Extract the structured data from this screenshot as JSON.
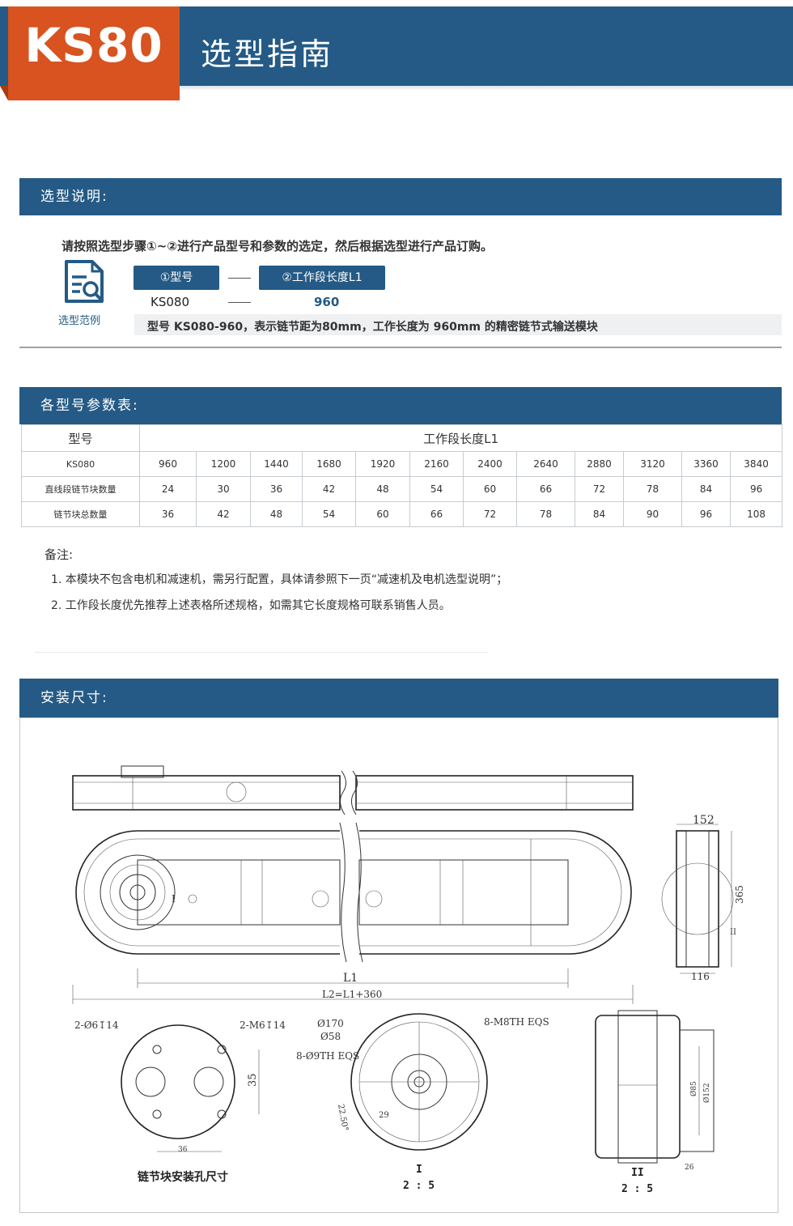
{
  "header": {
    "model": "KS80",
    "title": "选型指南"
  },
  "section_selection": {
    "title": "选型说明:",
    "instruction": "请按照选型步骤①~②进行产品型号和参数的选定，然后根据选型进行产品订购。",
    "icon_label": "选型范例",
    "steps": [
      {
        "label": "①型号",
        "example": "KS080"
      },
      {
        "label": "②工作段长度L1",
        "example": "960"
      }
    ],
    "example_description": "型号 KS080-960，表示链节距为80mm，工作长度为 960mm 的精密链节式输送模块"
  },
  "section_params": {
    "title": "各型号参数表:",
    "model_header": "型号",
    "length_header": "工作段长度L1",
    "rows": [
      {
        "label": "KS080",
        "values": [
          "960",
          "1200",
          "1440",
          "1680",
          "1920",
          "2160",
          "2400",
          "2640",
          "2880",
          "3120",
          "3360",
          "3840"
        ]
      },
      {
        "label": "直线段链节块数量",
        "values": [
          "24",
          "30",
          "36",
          "42",
          "48",
          "54",
          "60",
          "66",
          "72",
          "78",
          "84",
          "96"
        ]
      },
      {
        "label": "链节块总数量",
        "values": [
          "36",
          "42",
          "48",
          "54",
          "60",
          "66",
          "72",
          "78",
          "84",
          "90",
          "96",
          "108"
        ]
      }
    ],
    "notes_title": "备注:",
    "notes": [
      "1. 本模块不包含电机和减速机，需另行配置，具体请参照下一页“减速机及电机选型说明”；",
      "2. 工作段长度优先推荐上述表格所述规格，如需其它长度规格可联系销售人员。"
    ]
  },
  "section_install": {
    "title": "安装尺寸:",
    "dims": {
      "l1": "L1",
      "l2": "L2=L1+360",
      "width_top": "152",
      "width_bottom": "116",
      "height": "365",
      "view_ii_mark": "II",
      "view_i_mark": "I",
      "hole_left": "2-Ø6↧14",
      "hole_right": "2-M6↧14",
      "dim_35": "35",
      "dim_36": "36",
      "d170": "Ø170",
      "d58": "Ø58",
      "m8": "8-M8TH EQS",
      "d9": "8-Ø9TH EQS",
      "ang1": "22.50°",
      "ang2": "29",
      "d85": "Ø85",
      "d152": "Ø152",
      "dim_26": "26"
    },
    "captions": {
      "chain_block": "链节块安装孔尺寸",
      "view_i": "I",
      "scale_i": "2 : 5",
      "view_ii": "II",
      "scale_ii": "2 : 5"
    }
  }
}
